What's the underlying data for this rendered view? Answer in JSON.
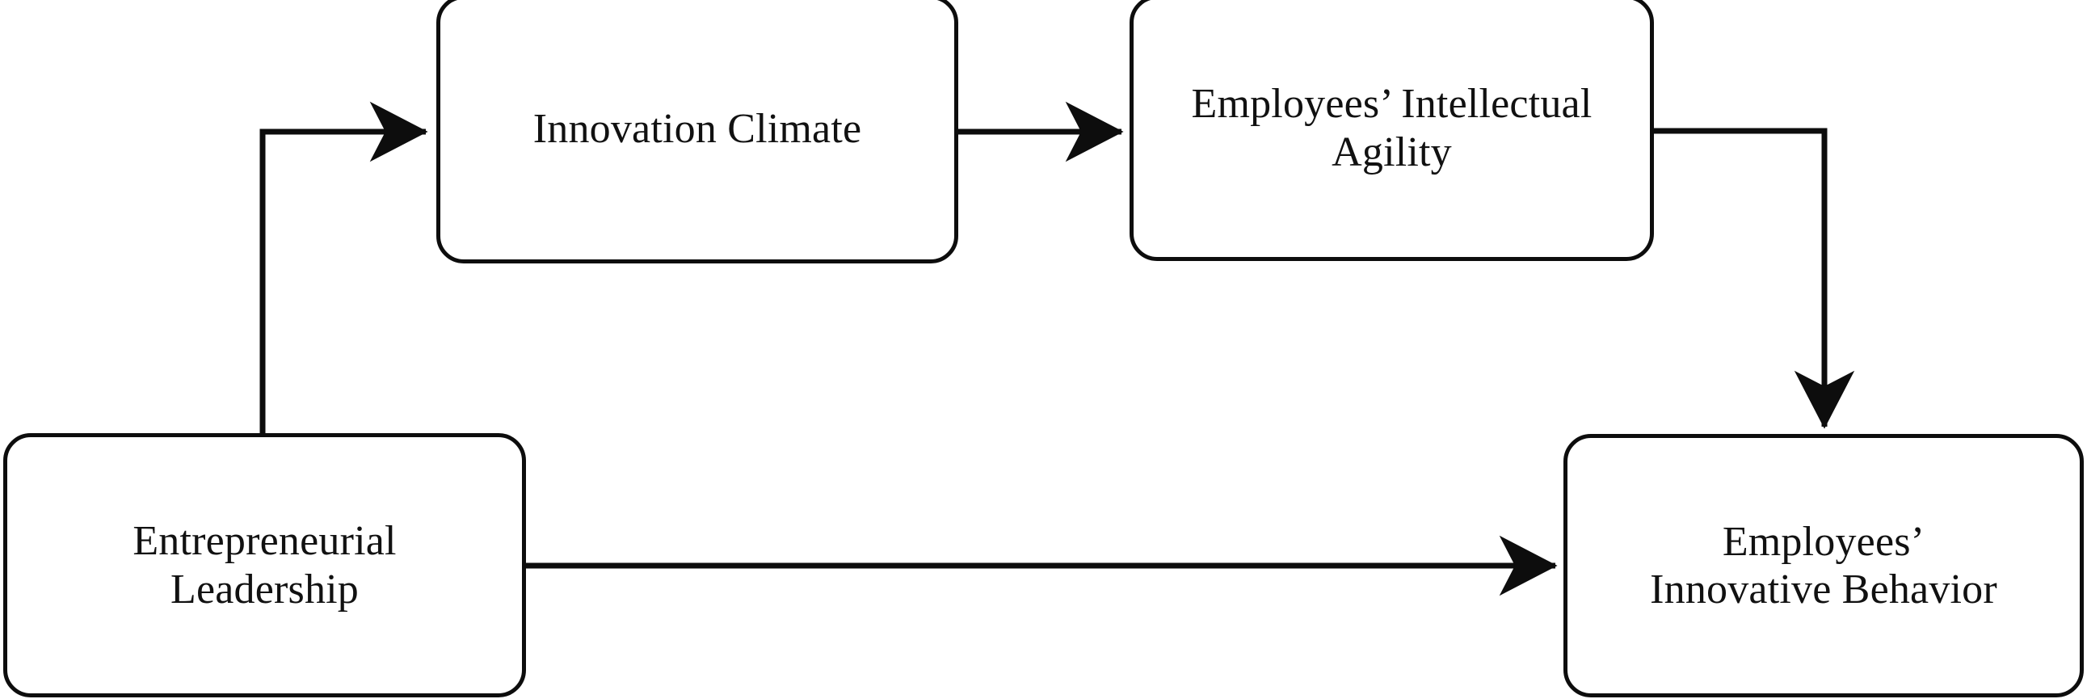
{
  "diagram": {
    "type": "conceptual-research-model",
    "title": "",
    "background_color": "#ffffff",
    "stroke_color": "#0d0d0d",
    "text_color": "#111111",
    "nodes": [
      {
        "id": "entrepreneurial-leadership",
        "label": "Entrepreneurial\nLeadership",
        "role": "independent-variable",
        "position": "bottom-left"
      },
      {
        "id": "innovation-climate",
        "label": "Innovation Climate",
        "role": "mediator",
        "position": "top-left"
      },
      {
        "id": "intellectual-agility",
        "label": "Employees’ Intellectual\nAgility",
        "role": "mediator",
        "position": "top-right"
      },
      {
        "id": "innovative-behavior",
        "label": "Employees’\nInnovative Behavior",
        "role": "dependent-variable",
        "position": "bottom-right"
      }
    ],
    "edges": [
      {
        "id": "edge-el-to-ic",
        "from": "entrepreneurial-leadership",
        "to": "innovation-climate",
        "shape": "elbow-up-right",
        "arrowhead": "right",
        "label": ""
      },
      {
        "id": "edge-ic-to-ia",
        "from": "innovation-climate",
        "to": "intellectual-agility",
        "shape": "straight-horizontal",
        "arrowhead": "right",
        "label": ""
      },
      {
        "id": "edge-ia-to-eib",
        "from": "intellectual-agility",
        "to": "innovative-behavior",
        "shape": "elbow-right-down",
        "arrowhead": "down",
        "label": ""
      },
      {
        "id": "edge-el-to-eib",
        "from": "entrepreneurial-leadership",
        "to": "innovative-behavior",
        "shape": "straight-horizontal",
        "arrowhead": "right",
        "label": ""
      }
    ]
  }
}
